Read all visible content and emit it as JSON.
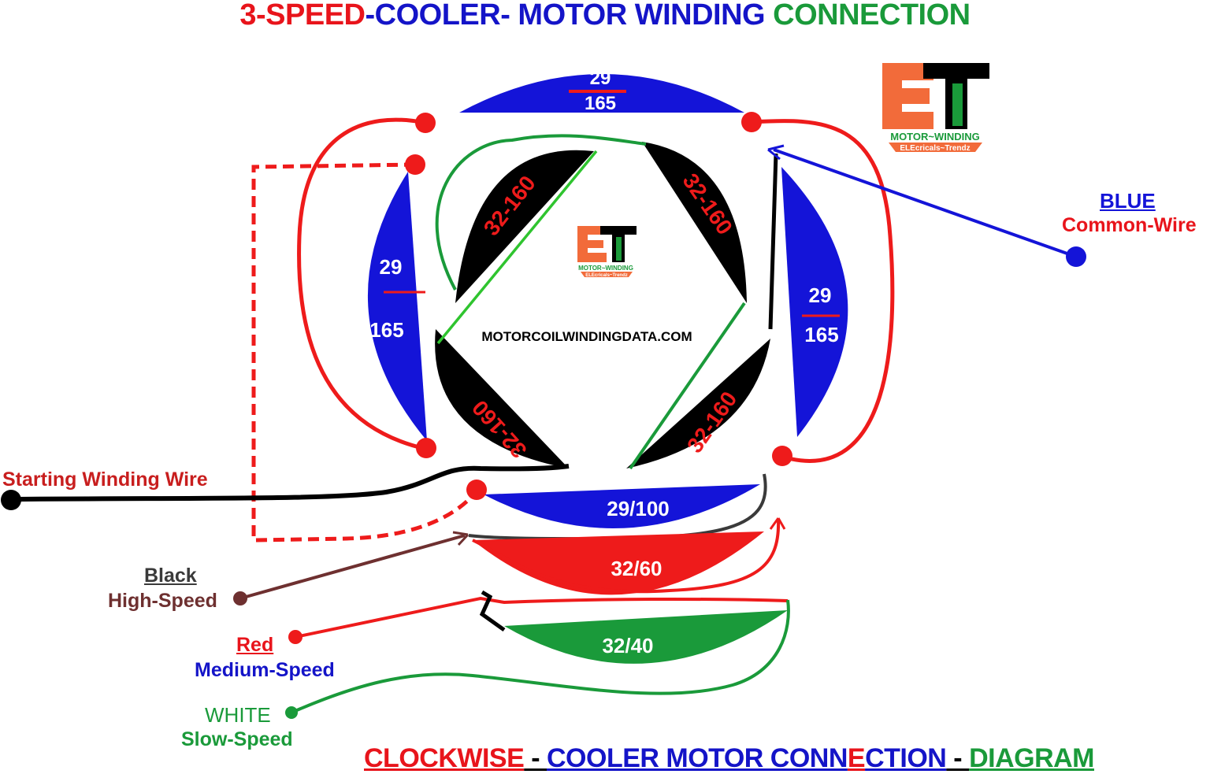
{
  "title": {
    "part1": "3-SPEED",
    "part2": "-COOLER- MOTOR WINDING ",
    "part3": "CONNECTION",
    "colors": {
      "red": "#e8141b",
      "blue": "#1414c8",
      "green": "#1a9a3a"
    }
  },
  "footer_title": {
    "p1": "CLOCKWISE",
    "p2": " - ",
    "p3": "COOLER MOTOR CONN",
    "p4": "E",
    "p5": "CTION",
    "p6": " - ",
    "p7": "DIAGRAM"
  },
  "website": "MOTORCOILWINDINGDATA.COM",
  "logo": {
    "letters": "ET",
    "line1": "MOTOR~WINDING",
    "line2": "ELEcricals~Trendz"
  },
  "coils": {
    "top": {
      "turns": "29",
      "gauge": "165"
    },
    "left": {
      "turns": "29",
      "gauge": "165"
    },
    "right": {
      "turns": "29",
      "gauge": "165"
    },
    "bottom": {
      "label": "29/100"
    },
    "inner_tl": {
      "label": "32-160"
    },
    "inner_tr": {
      "label": "32-160"
    },
    "inner_bl": {
      "label": "32-160"
    },
    "inner_br": {
      "label": "32-160"
    },
    "speed_red": {
      "label": "32/60"
    },
    "speed_green": {
      "label": "32/40"
    }
  },
  "labels": {
    "blue_title": "BLUE",
    "blue_sub": "Common-Wire",
    "starting": "Starting Winding Wire",
    "black_title": "Black",
    "black_sub": "High-Speed",
    "red_title": "Red",
    "red_sub": "Medium-Speed",
    "white_title": "WHITE",
    "white_sub": "Slow-Speed"
  },
  "colors": {
    "blue": "#1414d8",
    "red": "#ee1b1b",
    "green": "#1a9a3a",
    "black": "#000000",
    "brown": "#6e3030",
    "orange": "#f26b3a"
  }
}
